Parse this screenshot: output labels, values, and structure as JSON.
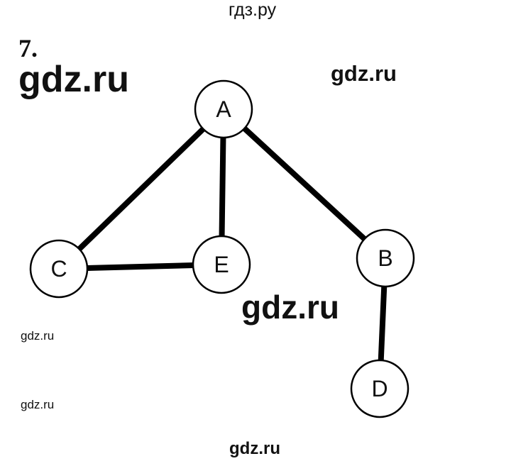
{
  "problem_number": "7.",
  "watermarks": {
    "top": "гдз.ру",
    "big_left": "gdz.ru",
    "right": "gdz.ru",
    "middle": "gdz.ru",
    "small_1": "gdz.ru",
    "small_2": "gdz.ru",
    "bottom": "gdz.ru"
  },
  "graph": {
    "nodes": [
      {
        "id": "A",
        "label": "A"
      },
      {
        "id": "C",
        "label": "C"
      },
      {
        "id": "E",
        "label": "E"
      },
      {
        "id": "B",
        "label": "B"
      },
      {
        "id": "D",
        "label": "D"
      }
    ],
    "edges": [
      {
        "from": "A",
        "to": "C"
      },
      {
        "from": "A",
        "to": "E"
      },
      {
        "from": "A",
        "to": "B"
      },
      {
        "from": "C",
        "to": "E"
      },
      {
        "from": "B",
        "to": "D"
      }
    ]
  },
  "colors": {
    "stroke": "#000000",
    "node_fill": "#ffffff",
    "text": "#111111"
  }
}
